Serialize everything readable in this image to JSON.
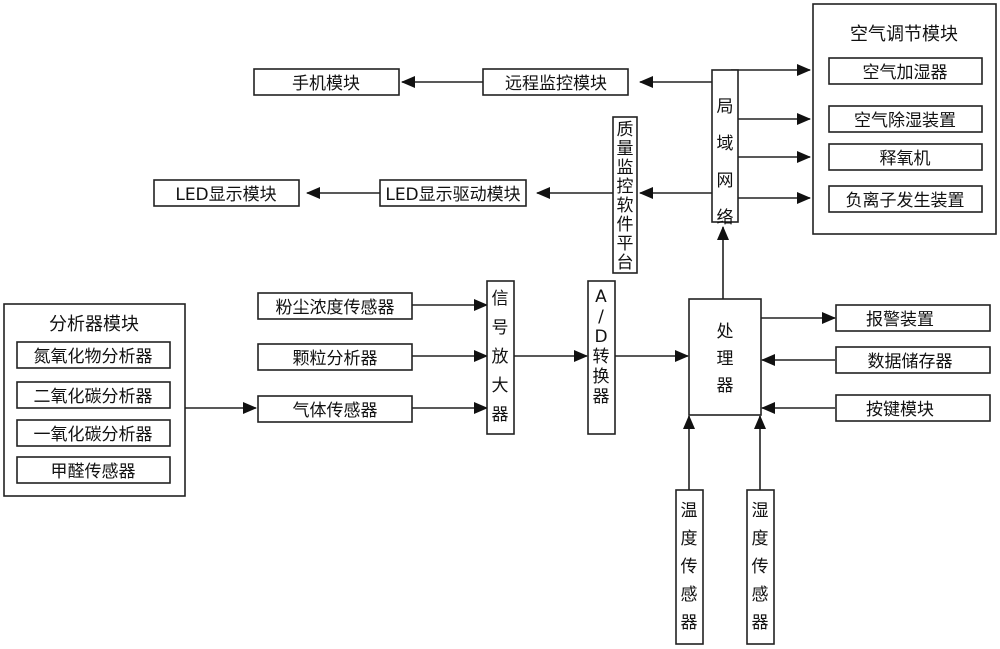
{
  "diagram": {
    "nodes": {
      "phone_module": "手机模块",
      "remote_monitor": "远程监控模块",
      "led_display": "LED显示模块",
      "led_driver": "LED显示驱动模块",
      "quality_platform": "质量监控软件平台",
      "lan": "局域网络",
      "air_module_title": "空气调节模块",
      "air_humidifier": "空气加湿器",
      "air_dehumidifier": "空气除湿装置",
      "oxygen_generator": "释氧机",
      "anion_generator": "负离子发生装置",
      "analyzer_module_title": "分析器模块",
      "nox_analyzer": "氮氧化物分析器",
      "co2_analyzer": "二氧化碳分析器",
      "co_analyzer": "一氧化碳分析器",
      "formaldehyde_sensor": "甲醛传感器",
      "dust_sensor": "粉尘浓度传感器",
      "particle_analyzer": "颗粒分析器",
      "gas_sensor": "气体传感器",
      "signal_amplifier": "信号放大器",
      "ad_converter": "A/D转换器",
      "processor": "处理器",
      "alarm": "报警装置",
      "data_storage": "数据储存器",
      "keypad": "按键模块",
      "temp_sensor": "温度传感器",
      "humidity_sensor": "湿度传感器"
    },
    "edges": [
      {
        "from": "remote_monitor",
        "to": "phone_module"
      },
      {
        "from": "lan",
        "to": "remote_monitor"
      },
      {
        "from": "lan",
        "to": "air_humidifier"
      },
      {
        "from": "lan",
        "to": "air_dehumidifier"
      },
      {
        "from": "lan",
        "to": "oxygen_generator"
      },
      {
        "from": "lan",
        "to": "anion_generator"
      },
      {
        "from": "lan",
        "to": "quality_platform"
      },
      {
        "from": "quality_platform",
        "to": "led_driver"
      },
      {
        "from": "led_driver",
        "to": "led_display"
      },
      {
        "from": "processor",
        "to": "lan"
      },
      {
        "from": "analyzer_module",
        "to": "gas_sensor"
      },
      {
        "from": "dust_sensor",
        "to": "signal_amplifier"
      },
      {
        "from": "particle_analyzer",
        "to": "signal_amplifier"
      },
      {
        "from": "gas_sensor",
        "to": "signal_amplifier"
      },
      {
        "from": "signal_amplifier",
        "to": "ad_converter"
      },
      {
        "from": "ad_converter",
        "to": "processor"
      },
      {
        "from": "processor",
        "to": "alarm"
      },
      {
        "from": "data_storage",
        "to": "processor"
      },
      {
        "from": "keypad",
        "to": "processor"
      },
      {
        "from": "temp_sensor",
        "to": "processor"
      },
      {
        "from": "humidity_sensor",
        "to": "processor"
      }
    ]
  }
}
